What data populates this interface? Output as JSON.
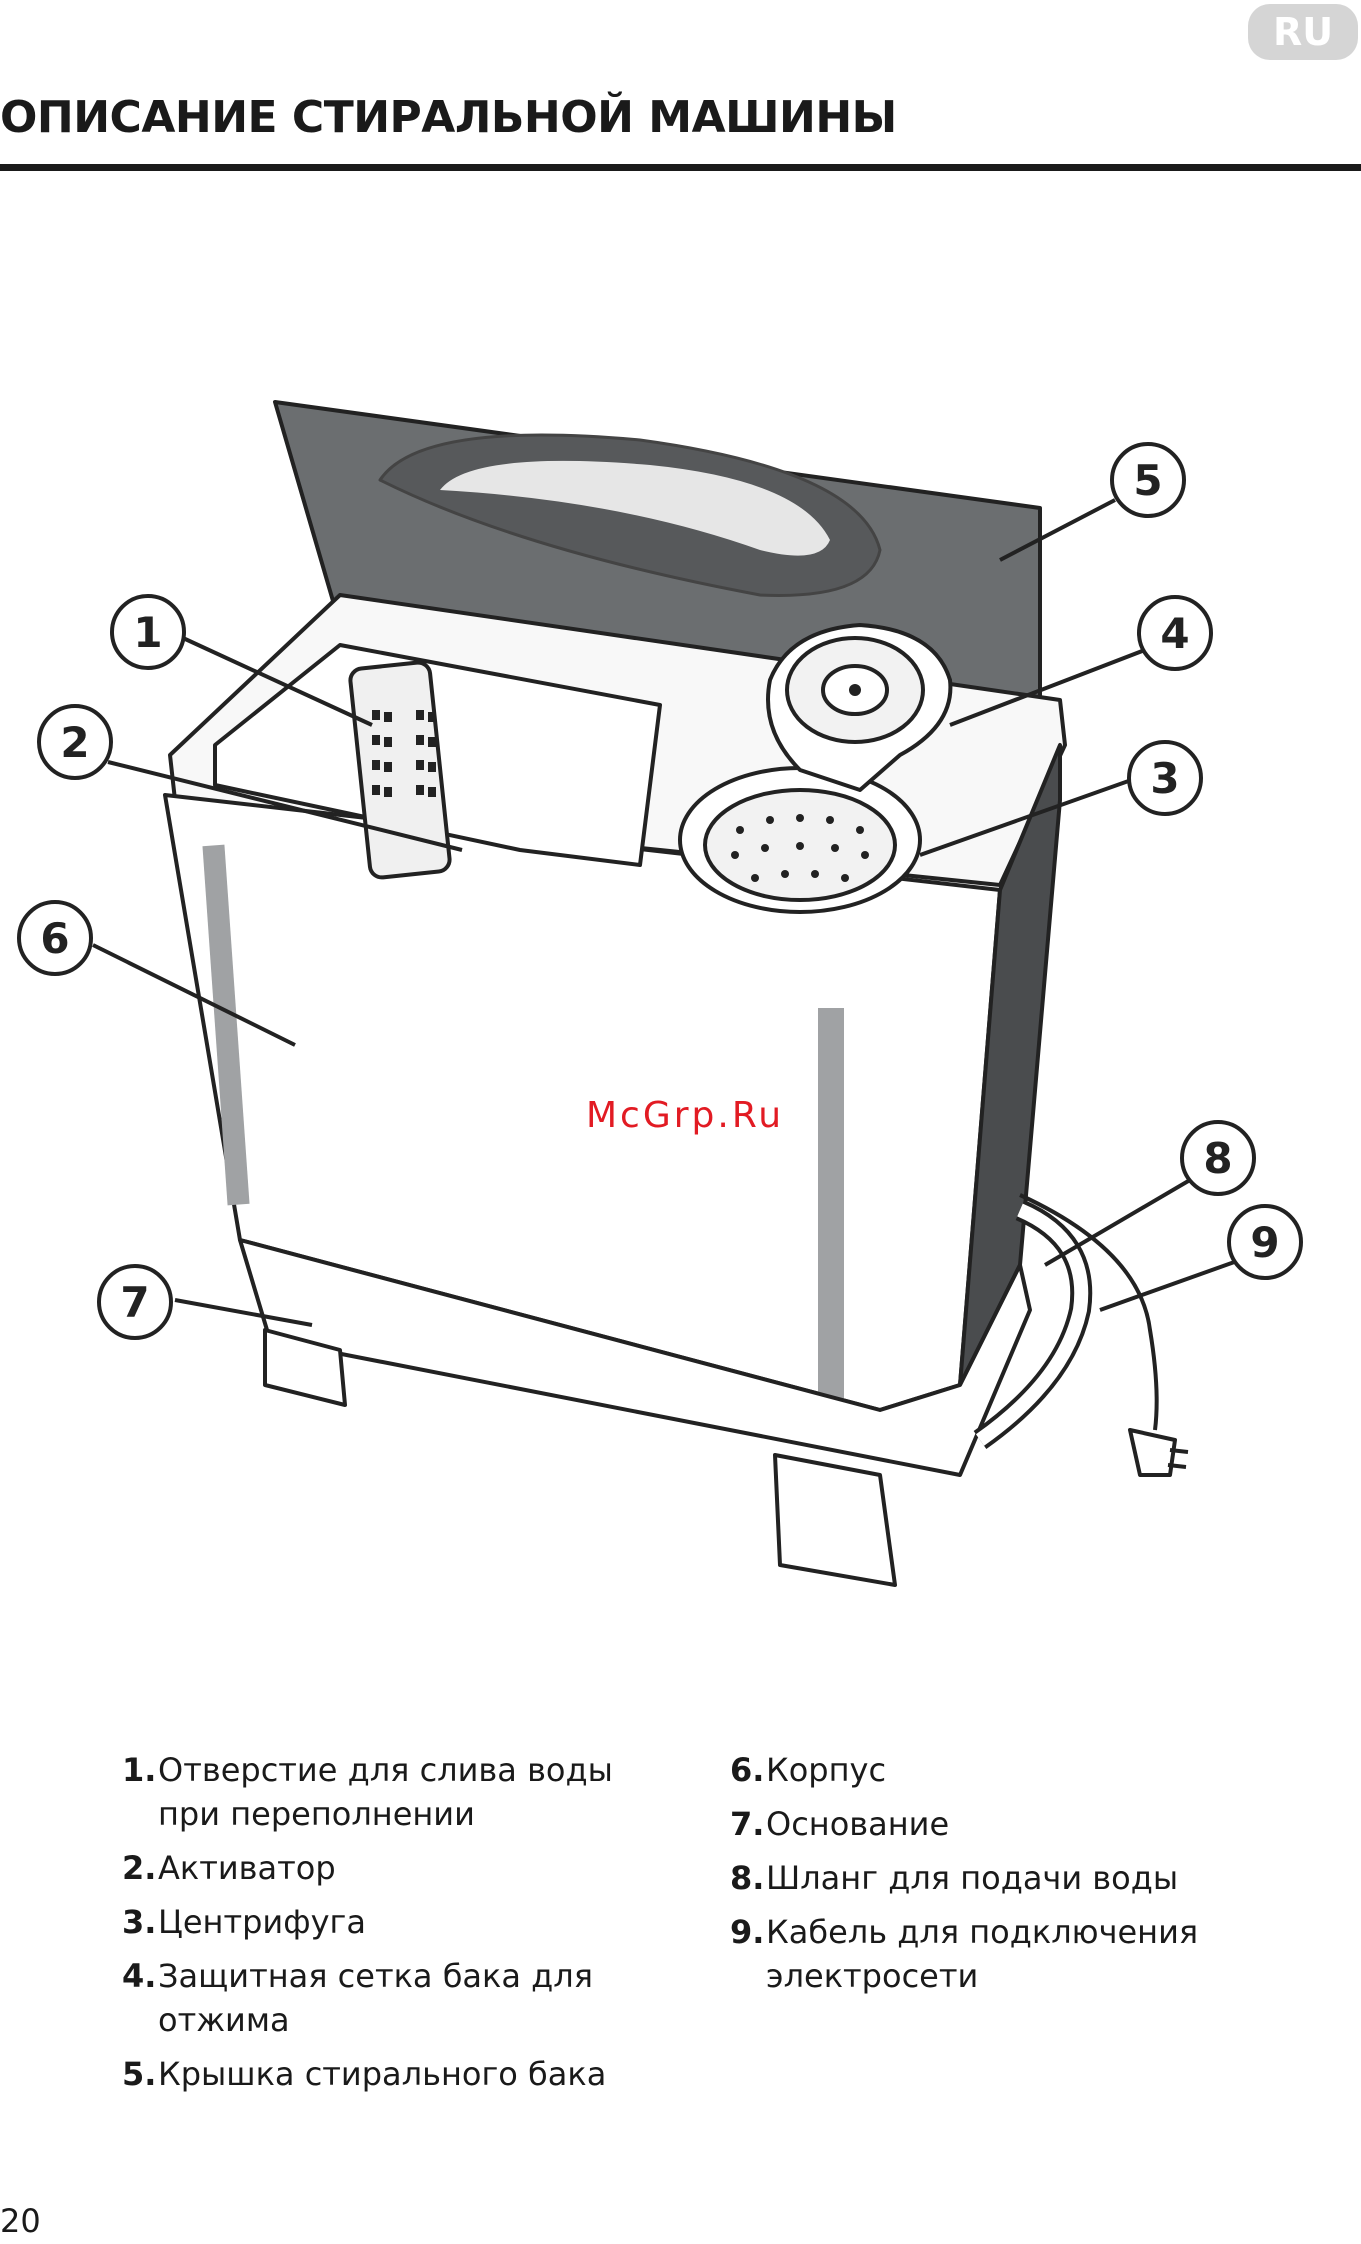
{
  "header": {
    "lang_badge": "RU",
    "title": "ОПИСАНИЕ СТИРАЛЬНОЙ МАШИНЫ"
  },
  "diagram": {
    "callouts": [
      "1",
      "2",
      "3",
      "4",
      "5",
      "6",
      "7",
      "8",
      "9"
    ],
    "watermark": "McGrp.Ru"
  },
  "legend": {
    "left": [
      {
        "num": "1.",
        "text": "Отверстие для слива воды при переполнении"
      },
      {
        "num": "2.",
        "text": "Активатор"
      },
      {
        "num": "3.",
        "text": "Центрифуга"
      },
      {
        "num": "4.",
        "text": "Защитная сетка бака для отжима"
      },
      {
        "num": "5.",
        "text": "Крышка стирального бака"
      }
    ],
    "right": [
      {
        "num": "6.",
        "text": "Корпус"
      },
      {
        "num": "7.",
        "text": "Основание"
      },
      {
        "num": "8.",
        "text": "Шланг для подачи воды"
      },
      {
        "num": "9.",
        "text": "Кабель для подключения электросети"
      }
    ]
  },
  "footer": {
    "page_number": "20"
  }
}
